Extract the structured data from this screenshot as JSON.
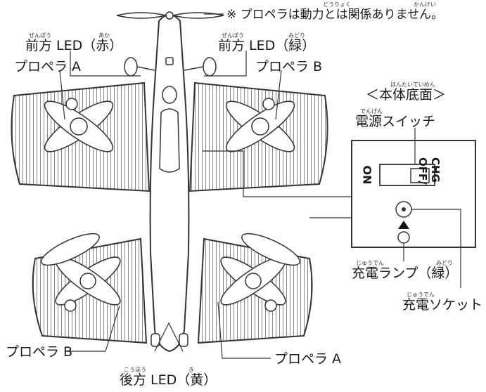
{
  "note": {
    "text": "※ プロペラは動力とは関係ありません。",
    "ruby_douryoku": "どうりょく",
    "ruby_kankei": "かんけい"
  },
  "labels": {
    "front_led_red": {
      "text": "前方 LED（赤）",
      "ruby_zenpou": "ぜんぽう",
      "ruby_aka": "あか"
    },
    "front_led_green": {
      "text": "前方 LED（緑）",
      "ruby_zenpou": "ぜんぽう",
      "ruby_midori": "みどり"
    },
    "propeller_a_top": "プロペラ A",
    "propeller_b_top": "プロペラ B",
    "propeller_b_bottom": "プロペラ B",
    "propeller_a_bottom": "プロペラ A",
    "rear_led_yellow": {
      "text": "後方 LED（黄）",
      "ruby_kouhou": "こうほう",
      "ruby_ki": "き"
    }
  },
  "bottom_view": {
    "title": "＜本体底面＞",
    "ruby_title": "ほんたいていめん",
    "power_switch": "電源スイッチ",
    "ruby_dengen": "でんげん",
    "on_label": "ON",
    "off_label": "OFF/",
    "chg_label": "CHG",
    "charge_lamp": "充電ランプ（緑）",
    "ruby_juuden": "じゅうでん",
    "ruby_midori": "みどり",
    "charge_socket": "充電ソケット",
    "ruby_juuden2": "じゅうでん"
  }
}
